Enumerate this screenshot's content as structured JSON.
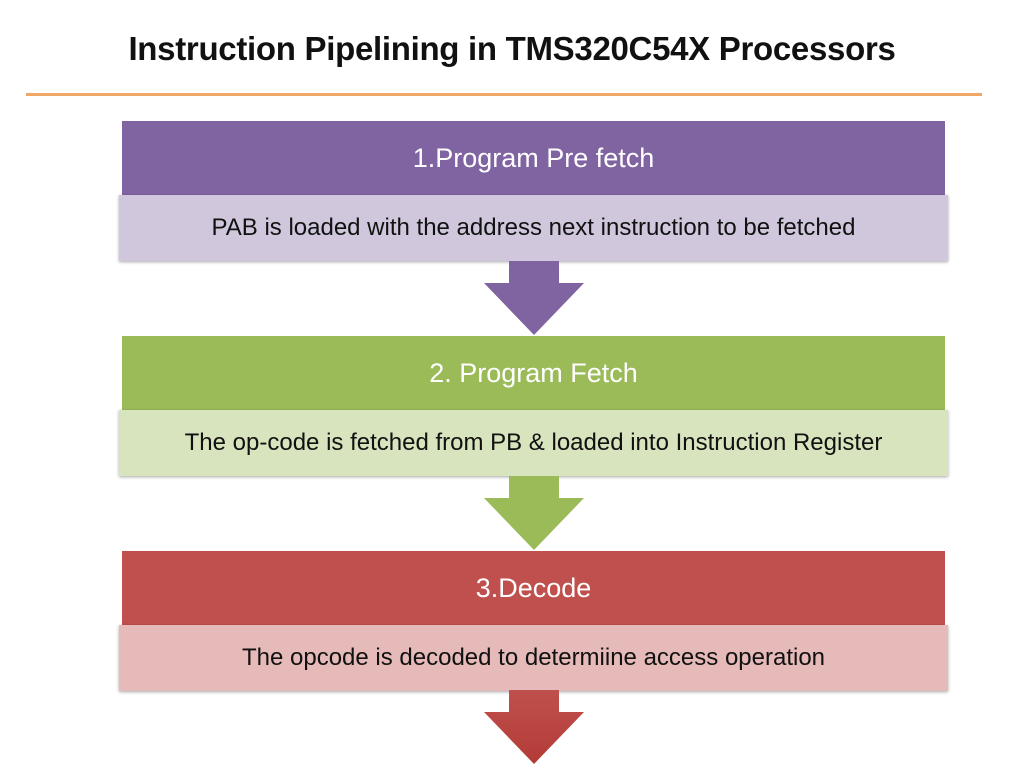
{
  "title": "Instruction Pipelining in TMS320C54X Processors",
  "colors": {
    "title_rule": "#f0a868",
    "stage1_header": "#8064a2",
    "stage1_desc": "#d0c7dd",
    "stage2_header": "#9bbb59",
    "stage2_desc": "#d7e4bd",
    "stage3_header": "#c0504d",
    "stage3_desc": "#e6bab9",
    "arrow_stage3_top": "#c0504d",
    "arrow_stage3_bottom": "#b33b37"
  },
  "stages": [
    {
      "header": "1.Program Pre fetch",
      "description": "PAB is loaded with the address next instruction to be fetched"
    },
    {
      "header": "2. Program Fetch",
      "description": "The op-code is fetched from PB & loaded into Instruction Register"
    },
    {
      "header": "3.Decode",
      "description": "The opcode is decoded to determiine access operation"
    }
  ]
}
